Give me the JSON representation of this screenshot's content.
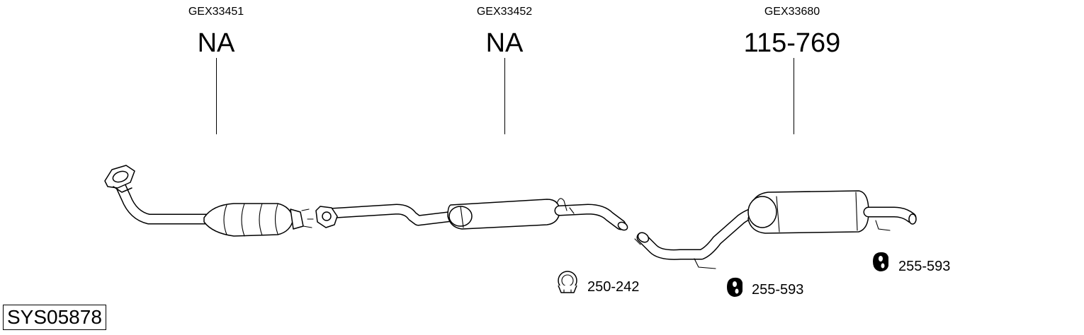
{
  "parts": [
    {
      "ref": "GEX33451",
      "part_number": "NA"
    },
    {
      "ref": "GEX33452",
      "part_number": "NA"
    },
    {
      "ref": "GEX33680",
      "part_number": "115-769"
    }
  ],
  "accessories": [
    {
      "label": "250-242",
      "icon": "clamp-icon"
    },
    {
      "label": "255-593",
      "icon": "rubber-hanger-icon"
    },
    {
      "label": "255-593",
      "icon": "rubber-hanger-icon"
    }
  ],
  "system_id": "SYS05878"
}
